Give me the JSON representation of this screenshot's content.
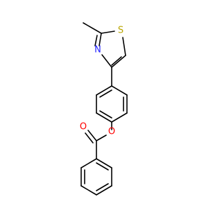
{
  "molecule": {
    "atoms": {
      "sulfur": {
        "label": "S",
        "color": "#b8a500"
      },
      "thiazole_nitrogen": {
        "label": "N",
        "color": "#2323ff"
      },
      "ester_oxygen": {
        "label": "O",
        "color": "#ff0000"
      },
      "carbonyl_oxygen": {
        "label": "O",
        "color": "#ff0000"
      }
    },
    "bond_color": "#000000",
    "background": "#ffffff"
  }
}
